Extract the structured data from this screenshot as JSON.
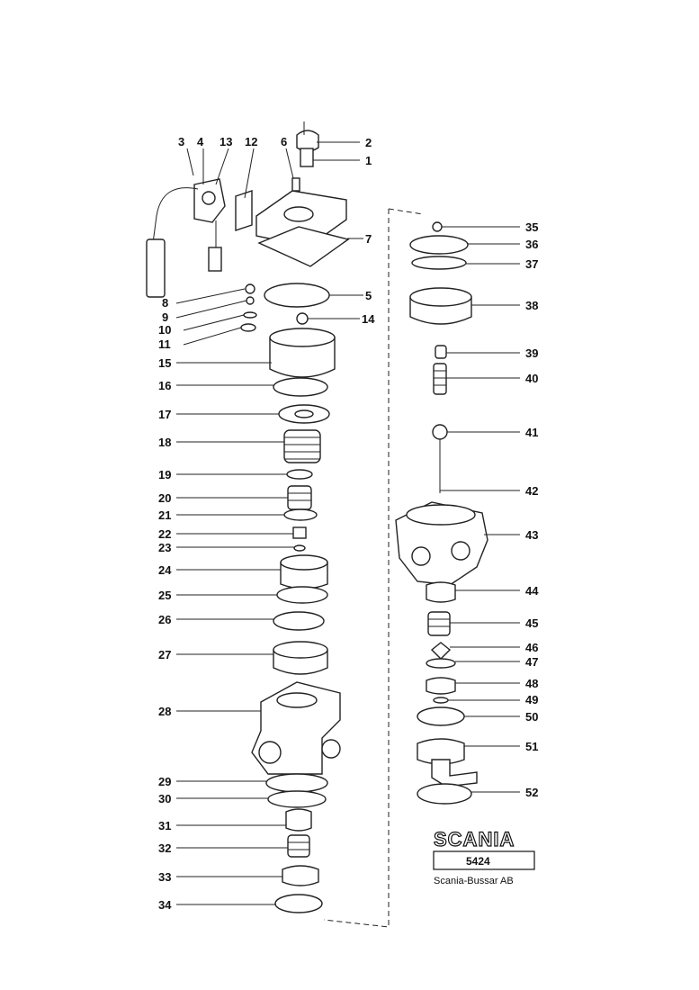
{
  "callouts": {
    "c1": "1",
    "c2": "2",
    "c3": "3",
    "c4": "4",
    "c5": "5",
    "c6": "6",
    "c7": "7",
    "c8": "8",
    "c9": "9",
    "c10": "10",
    "c11": "11",
    "c12": "12",
    "c13": "13",
    "c14": "14",
    "c15": "15",
    "c16": "16",
    "c17": "17",
    "c18": "18",
    "c19": "19",
    "c20": "20",
    "c21": "21",
    "c22": "22",
    "c23": "23",
    "c24": "24",
    "c25": "25",
    "c26": "26",
    "c27": "27",
    "c28": "28",
    "c29": "29",
    "c30": "30",
    "c31": "31",
    "c32": "32",
    "c33": "33",
    "c34": "34",
    "c35": "35",
    "c36": "36",
    "c37": "37",
    "c38": "38",
    "c39": "39",
    "c40": "40",
    "c41": "41",
    "c42": "42",
    "c43": "43",
    "c44": "44",
    "c45": "45",
    "c46": "46",
    "c47": "47",
    "c48": "48",
    "c49": "49",
    "c50": "50",
    "c51": "51",
    "c52": "52"
  },
  "title_block": {
    "brand": "SCANIA",
    "doc_number": "5424",
    "company": "Scania-Bussar AB"
  }
}
